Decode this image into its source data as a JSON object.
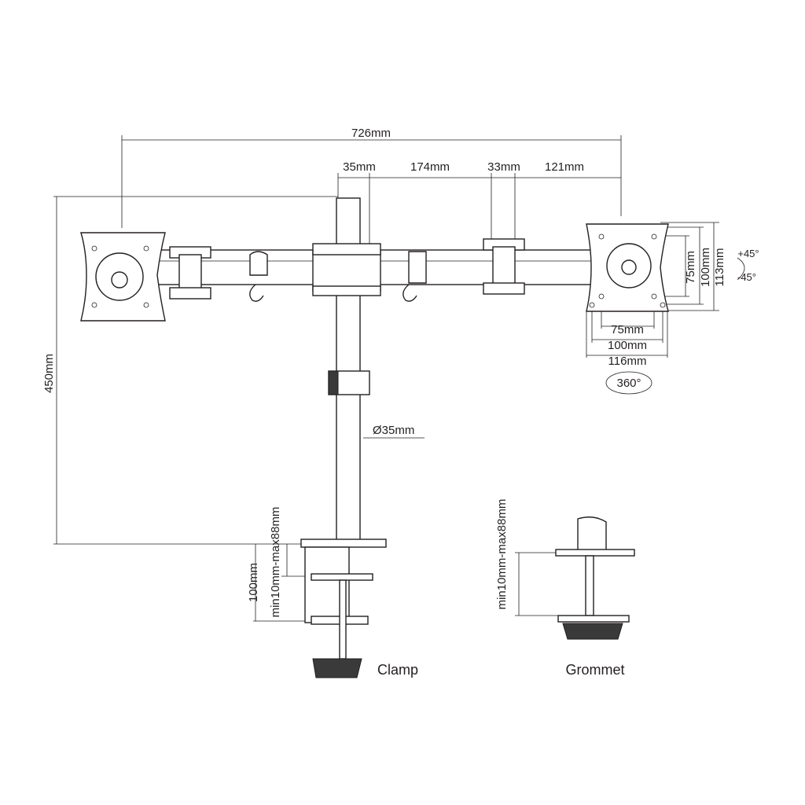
{
  "dimensions": {
    "total_width": "726mm",
    "pole_width": "35mm",
    "arm_segment_1": "174mm",
    "joint_width": "33mm",
    "arm_segment_2": "121mm",
    "height": "450mm",
    "pole_diameter": "Ø35mm",
    "clamp_range": "min10mm-max88mm",
    "clamp_height": "100mm",
    "grommet_range": "min10mm-max88mm"
  },
  "vesa_plate": {
    "vertical_75": "75mm",
    "vertical_100": "100mm",
    "vertical_113": "113mm",
    "horizontal_75": "75mm",
    "horizontal_100": "100mm",
    "horizontal_116": "116mm",
    "tilt_up": "+45°",
    "tilt_down": "-45°",
    "rotation": "360°"
  },
  "labels": {
    "clamp": "Clamp",
    "grommet": "Grommet"
  }
}
